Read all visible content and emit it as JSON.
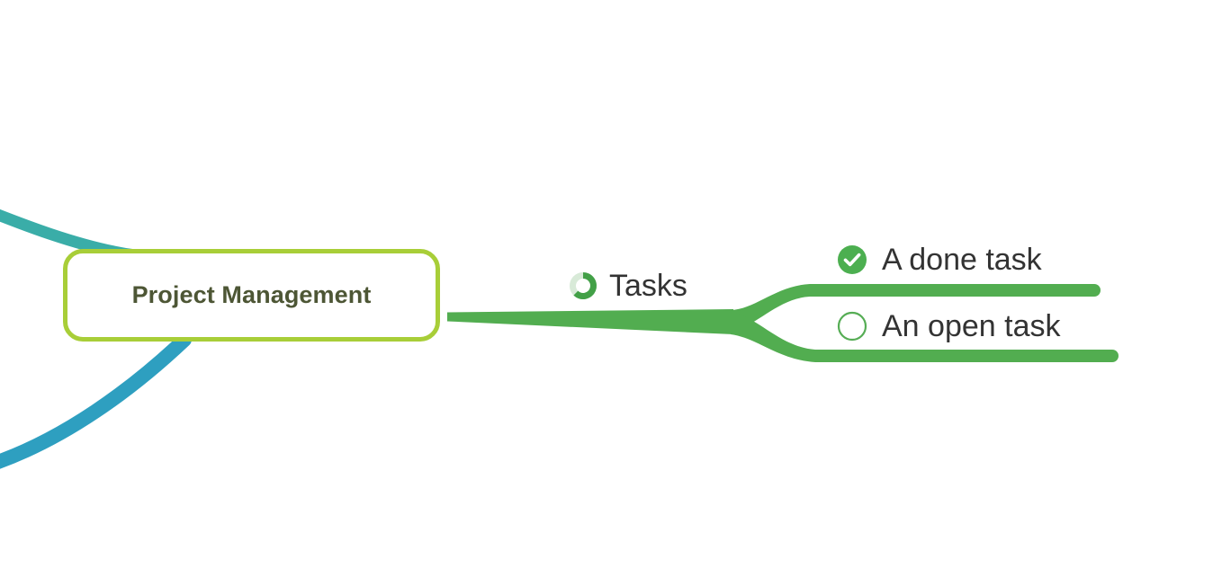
{
  "diagram": {
    "type": "mind-map",
    "background": "#ffffff",
    "central_node": {
      "label": "Project Management",
      "border_color": "#a8ce38",
      "fill_color": "#ffffff",
      "text_color": "#4d5635"
    },
    "branch": {
      "label": "Tasks",
      "icon": "progress-ring-icon",
      "color": "#52ad50",
      "text_color": "#333333",
      "progress_percent": 75
    },
    "tasks": [
      {
        "label": "A done task",
        "state": "done",
        "icon": "check-circle-filled-icon",
        "icon_color": "#4caf50",
        "text_color": "#333333"
      },
      {
        "label": "An open task",
        "state": "open",
        "icon": "circle-outline-icon",
        "icon_color": "#56ad55",
        "text_color": "#333333"
      }
    ],
    "connectors": [
      {
        "name": "teal-branch-upper-left",
        "color": "#3aada8"
      },
      {
        "name": "teal-branch-lower-left",
        "color": "#2e9fc0"
      },
      {
        "name": "green-branch-trunk",
        "color": "#52ad50"
      },
      {
        "name": "green-branch-to-done-task",
        "color": "#52ad50"
      },
      {
        "name": "green-branch-to-open-task",
        "color": "#52ad50"
      }
    ]
  }
}
